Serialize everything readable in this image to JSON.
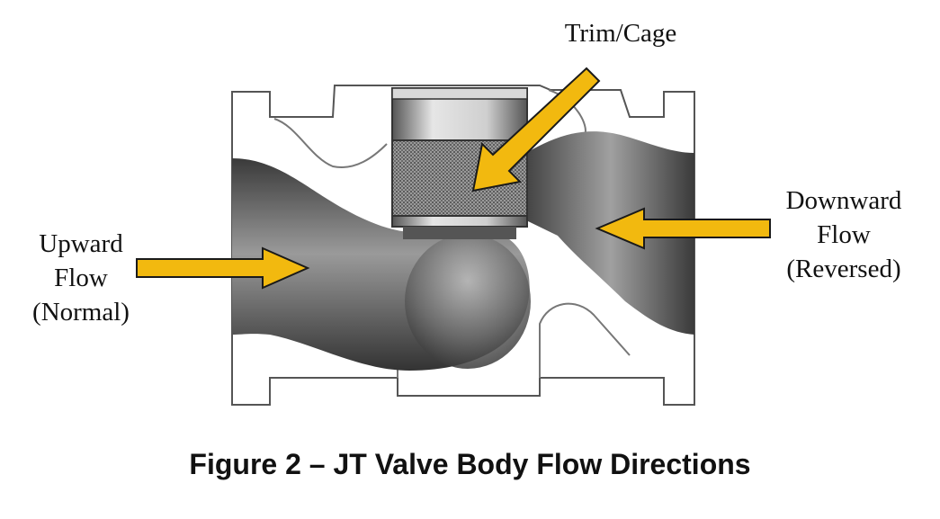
{
  "labels": {
    "trim": "Trim/Cage",
    "upward": [
      "Upward",
      "Flow",
      "(Normal)"
    ],
    "downward": [
      "Downward",
      "Flow",
      "(Reversed)"
    ]
  },
  "caption": "Figure 2 – JT Valve Body Flow Directions",
  "colors": {
    "arrow_fill": "#f2b90f",
    "arrow_stroke": "#1a1a1a",
    "body_fill": "#ffffff",
    "body_outline": "#555555",
    "passage_dark": "#3a3a3a",
    "passage_light": "#9a9a9a",
    "cage_mesh": "#7a7a7a"
  }
}
